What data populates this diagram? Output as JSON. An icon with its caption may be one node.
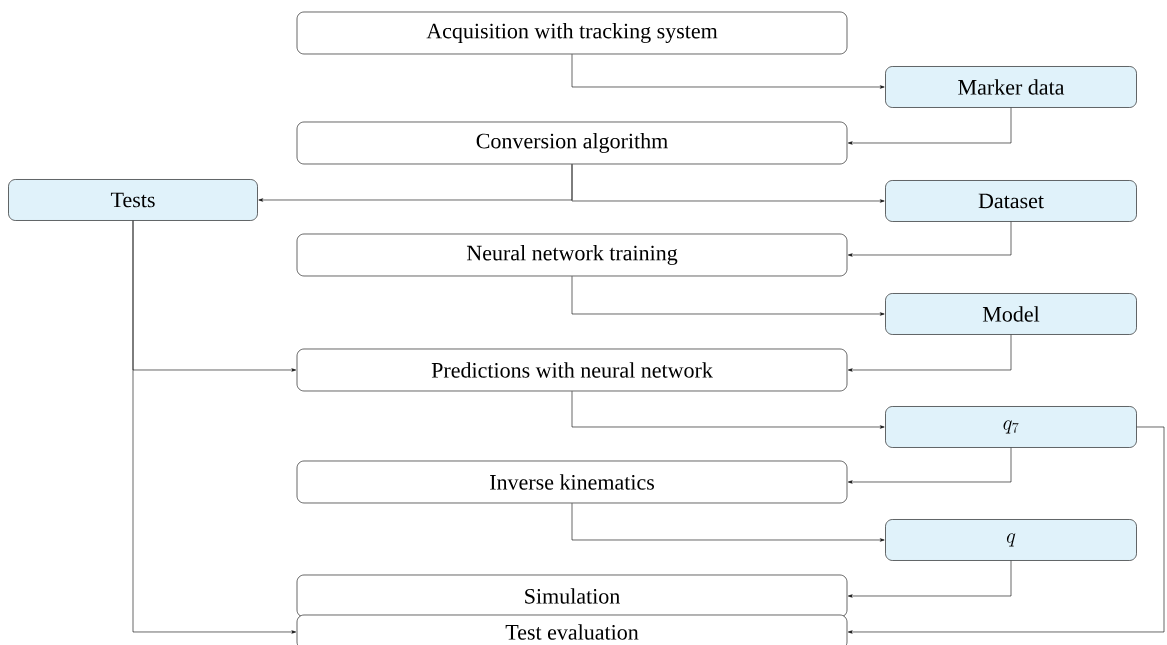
{
  "diagram": {
    "nodes": [
      {
        "text": [
          "Acquisition with tracking system"
        ]
      },
      {
        "text": [
          "Marker data"
        ]
      },
      {
        "text": [
          "Conversion algorithm"
        ]
      },
      {
        "text": [
          "Tests"
        ]
      },
      {
        "text": [
          "Dataset"
        ]
      },
      {
        "text": [
          "Neural network training"
        ]
      },
      {
        "text": [
          "Model"
        ]
      },
      {
        "text": [
          "Predictions with neural network"
        ]
      },
      {
        "text": [
          "q_{7}"
        ]
      },
      {
        "text": [
          "Inverse kinematics"
        ]
      },
      {
        "text": [
          "q"
        ]
      },
      {
        "text": [
          "Simulation"
        ]
      },
      {
        "text": [
          "Test evaluation"
        ]
      }
    ],
    "edges": [
      {
        "from": 0,
        "to": 1,
        "arrow": "to"
      },
      {
        "from": 1,
        "to": 2,
        "arrow": "to"
      },
      {
        "from": 2,
        "to": 3,
        "arrow": "to"
      },
      {
        "from": 2,
        "to": 4,
        "arrow": "to"
      },
      {
        "from": 4,
        "to": 5,
        "arrow": "to"
      },
      {
        "from": 3,
        "to": 7,
        "arrow": "to"
      },
      {
        "from": 3,
        "to": 12,
        "arrow": "to"
      },
      {
        "from": 5,
        "to": 6,
        "arrow": "to"
      },
      {
        "from": 6,
        "to": 7,
        "arrow": "to"
      },
      {
        "from": 7,
        "to": 8,
        "arrow": "to"
      },
      {
        "from": 8,
        "to": 9,
        "arrow": "to"
      },
      {
        "from": 8,
        "to": 12,
        "arrow": "to"
      },
      {
        "from": 9,
        "to": 10,
        "arrow": "to"
      },
      {
        "from": 10,
        "to": 11,
        "arrow": "to"
      }
    ]
  }
}
